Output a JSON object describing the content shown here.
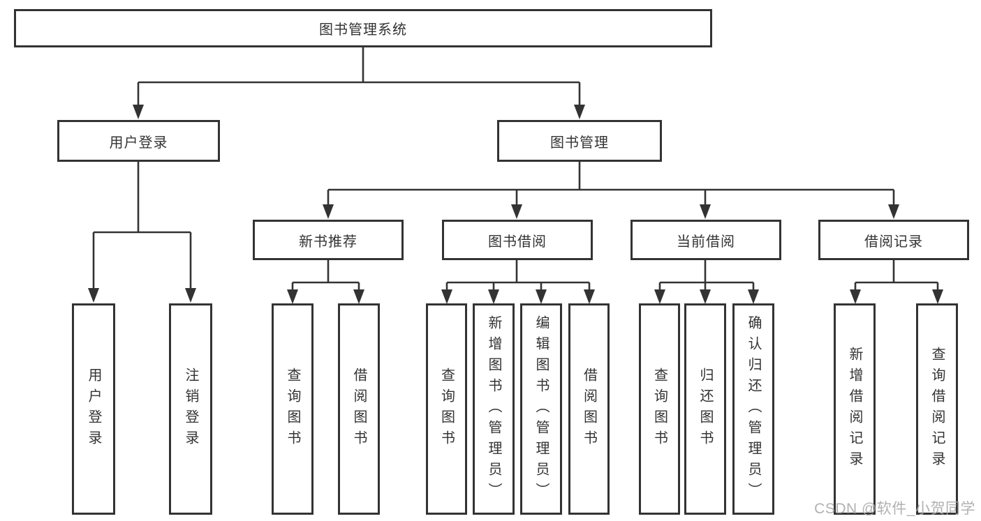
{
  "root": {
    "label": "图书管理系统"
  },
  "level2": {
    "user_login": {
      "label": "用户登录"
    },
    "book_management": {
      "label": "图书管理"
    }
  },
  "level3": {
    "new_book_recommend": {
      "label": "新书推荐"
    },
    "book_borrow": {
      "label": "图书借阅"
    },
    "current_borrow": {
      "label": "当前借阅"
    },
    "borrow_record": {
      "label": "借阅记录"
    }
  },
  "leaves": {
    "user_login": {
      "label": "用户登录"
    },
    "logout": {
      "label": "注销登录"
    },
    "nbr_query_book": {
      "label": "查询图书"
    },
    "nbr_borrow_book": {
      "label": "借阅图书"
    },
    "bb_query_book": {
      "label": "查询图书"
    },
    "bb_add_book": {
      "label": "新增图书（管理员）"
    },
    "bb_edit_book": {
      "label": "编辑图书（管理员）"
    },
    "bb_borrow_book": {
      "label": "借阅图书"
    },
    "cb_query_book": {
      "label": "查询图书"
    },
    "cb_return_book": {
      "label": "归还图书"
    },
    "cb_confirm_return": {
      "label": "确认归还（管理员）"
    },
    "br_add_record": {
      "label": "新增借阅记录"
    },
    "br_query_record": {
      "label": "查询借阅记录"
    }
  },
  "watermark": {
    "text": "CSDN @软件_小贺同学"
  },
  "colors": {
    "line": "#333333",
    "box_border": "#333333",
    "text": "#333333",
    "background": "#ffffff",
    "watermark": "#a9a9a9"
  }
}
